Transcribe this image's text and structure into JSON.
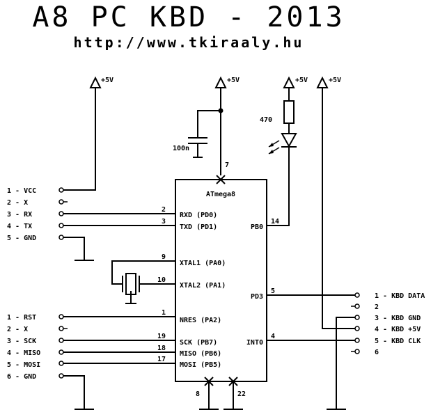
{
  "title": "A8 PC KBD - 2013",
  "url": "http://www.tkiraaly.hu",
  "chip": {
    "name": "ATmega8",
    "left_pins": [
      "RXD (PD0)",
      "TXD (PD1)",
      "XTAL1 (PA0)",
      "XTAL2 (PA1)",
      "NRES (PA2)",
      "SCK (PB7)",
      "MISO (PB6)",
      "MOSI (PB5)"
    ],
    "right_pins": [
      "PB0",
      "PD3",
      "INT0"
    ],
    "pin_numbers": {
      "rxd": "2",
      "txd": "3",
      "xtal1": "9",
      "xtal2": "10",
      "nres": "1",
      "sck": "19",
      "miso": "18",
      "mosi": "17",
      "vcc": "7",
      "pb0": "14",
      "pd3": "5",
      "int0": "4",
      "gnd1": "8",
      "gnd2": "22"
    }
  },
  "supply_label": "+5V",
  "components": {
    "capacitor": "100n",
    "resistor": "470"
  },
  "connector_serial": [
    "1 - VCC",
    "2 - X",
    "3 - RX",
    "4 - TX",
    "5 - GND"
  ],
  "connector_isp": [
    "1 - RST",
    "2 - X",
    "3 - SCK",
    "4 - MISO",
    "5 - MOSI",
    "6 - GND"
  ],
  "connector_kbd": [
    "1 - KBD DATA",
    "2",
    "3 - KBD GND",
    "4 - KBD +5V",
    "5 - KBD CLK",
    "6"
  ]
}
